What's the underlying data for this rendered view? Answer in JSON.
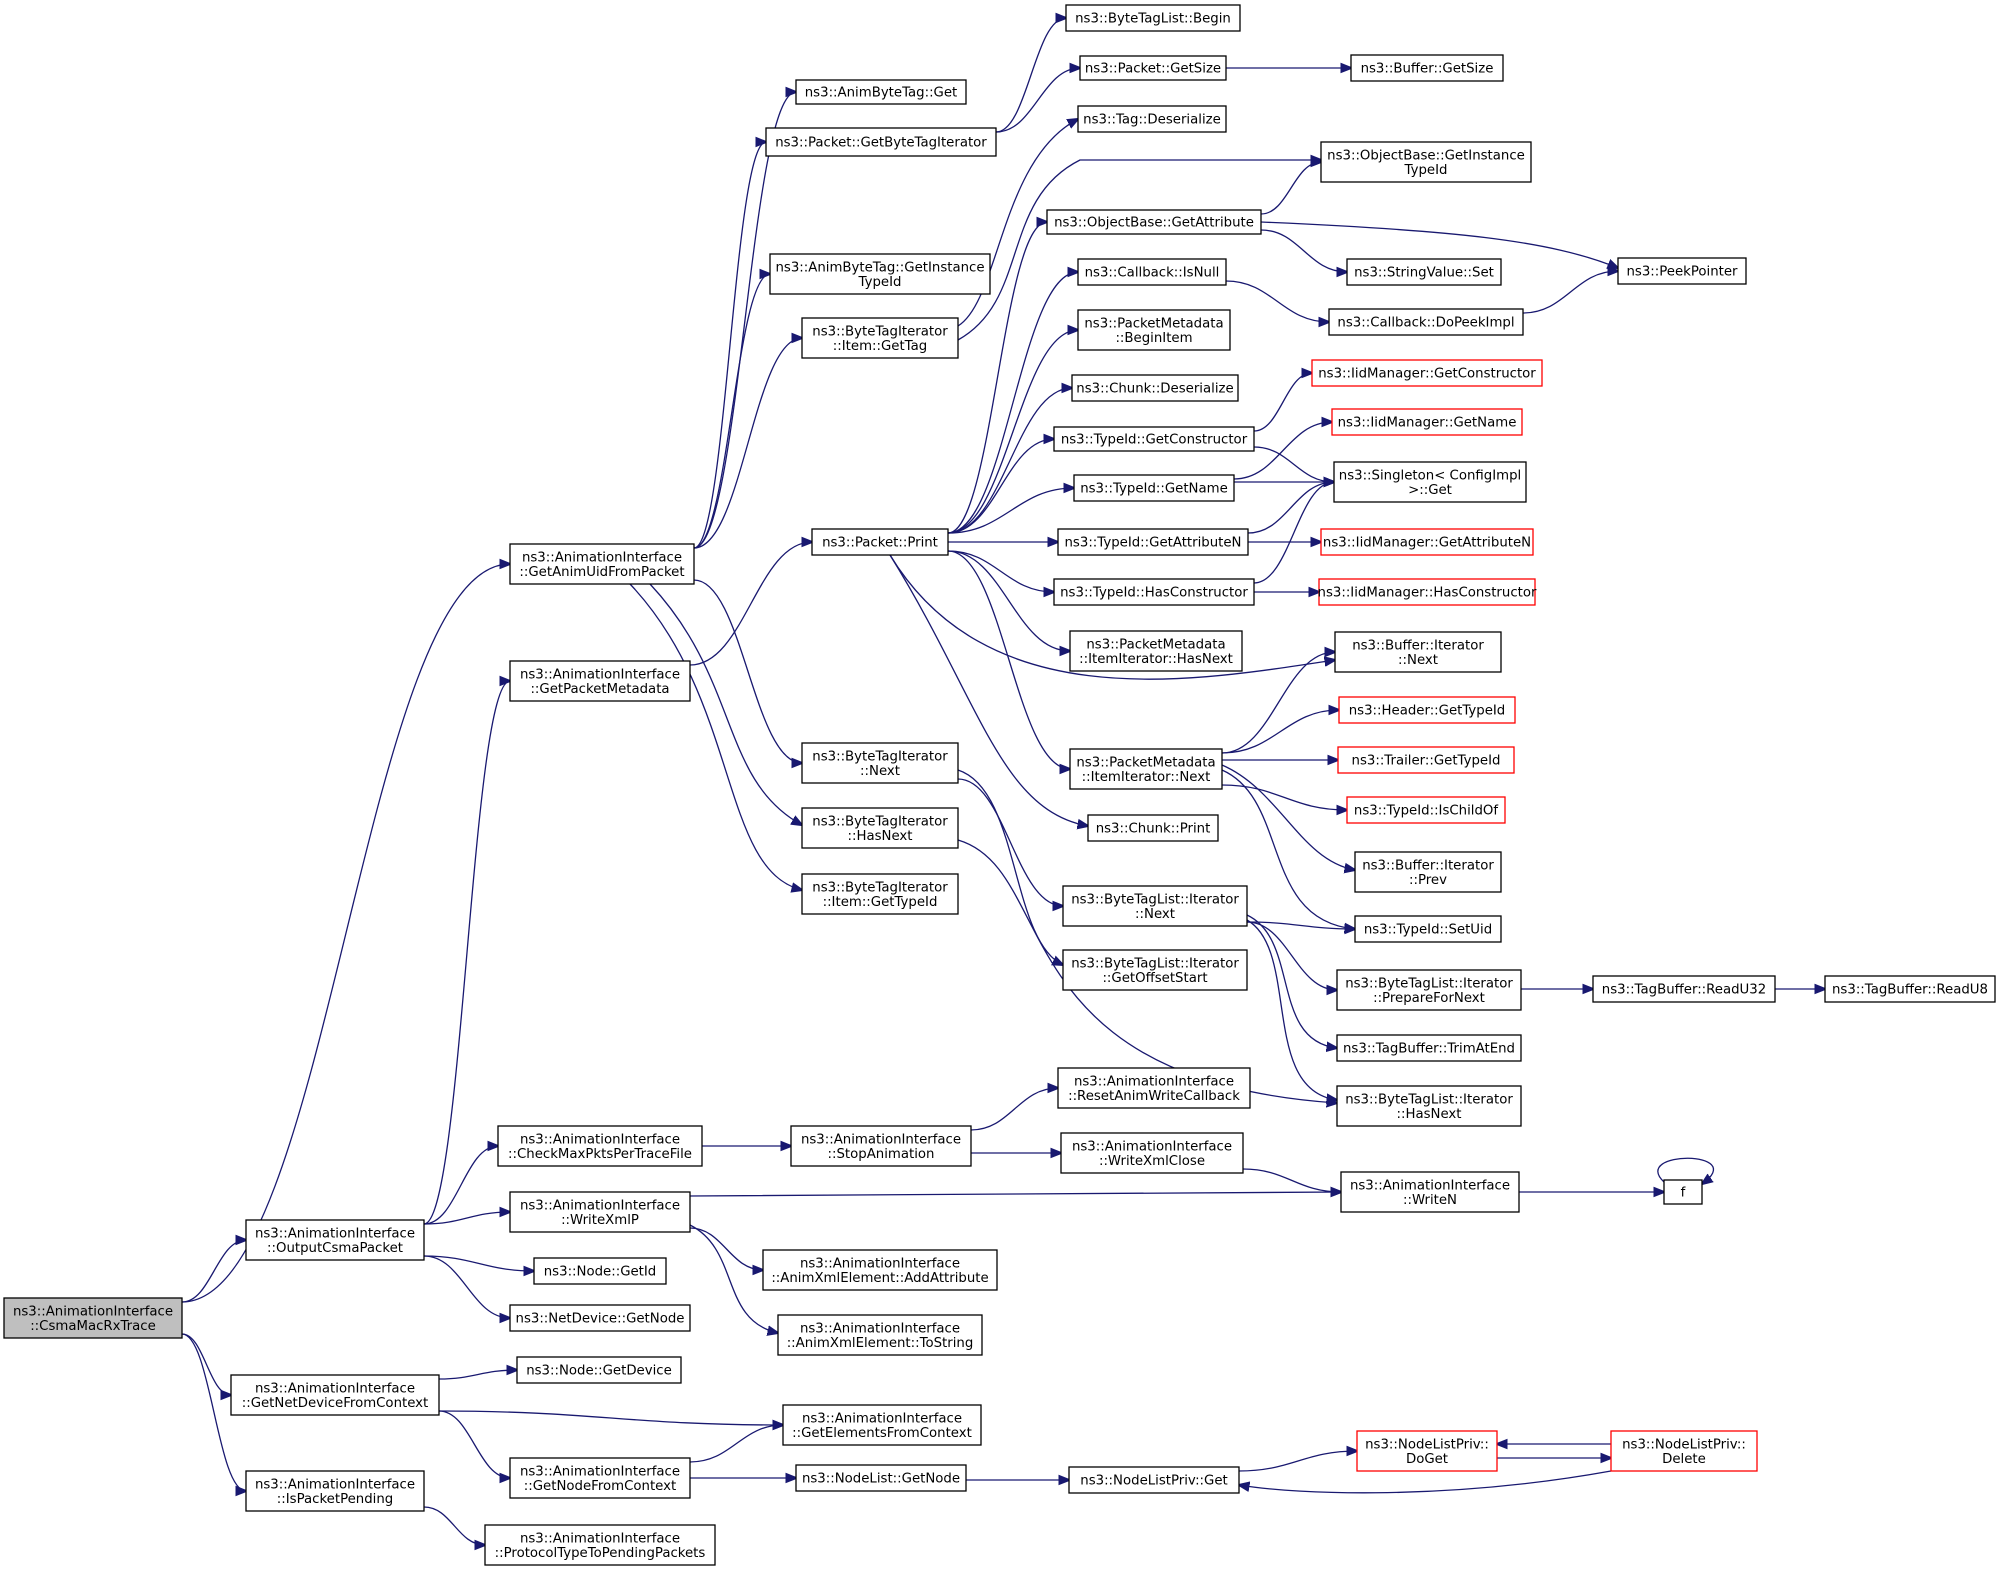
{
  "diagram": {
    "colors": {
      "edge": "#191970",
      "normal_border": "#000000",
      "unresolved_border": "#ff0000",
      "root_fill": "#bfbfbf"
    },
    "nodes": [
      {
        "id": "root",
        "lines": [
          "ns3::AnimationInterface",
          "::CsmaMacRxTrace"
        ],
        "style": "root"
      },
      {
        "id": "getAnimUid",
        "lines": [
          "ns3::AnimationInterface",
          "::GetAnimUidFromPacket"
        ]
      },
      {
        "id": "getPacketMeta",
        "lines": [
          "ns3::AnimationInterface",
          "::GetPacketMetadata"
        ]
      },
      {
        "id": "outputCsma",
        "lines": [
          "ns3::AnimationInterface",
          "::OutputCsmaPacket"
        ]
      },
      {
        "id": "getNetDev",
        "lines": [
          "ns3::AnimationInterface",
          "::GetNetDeviceFromContext"
        ]
      },
      {
        "id": "isPending",
        "lines": [
          "ns3::AnimationInterface",
          "::IsPacketPending"
        ]
      },
      {
        "id": "animByteTagGet",
        "lines": [
          "ns3::AnimByteTag::Get"
        ]
      },
      {
        "id": "pktGetByteTagIt",
        "lines": [
          "ns3::Packet::GetByteTagIterator"
        ]
      },
      {
        "id": "animByteTagTypeId",
        "lines": [
          "ns3::AnimByteTag::GetInstance",
          "TypeId"
        ]
      },
      {
        "id": "btiItemGetTag",
        "lines": [
          "ns3::ByteTagIterator",
          "::Item::GetTag"
        ]
      },
      {
        "id": "btiNext",
        "lines": [
          "ns3::ByteTagIterator",
          "::Next"
        ]
      },
      {
        "id": "btiHasNext",
        "lines": [
          "ns3::ByteTagIterator",
          "::HasNext"
        ]
      },
      {
        "id": "btiItemTypeId",
        "lines": [
          "ns3::ByteTagIterator",
          "::Item::GetTypeId"
        ]
      },
      {
        "id": "pktPrint",
        "lines": [
          "ns3::Packet::Print"
        ]
      },
      {
        "id": "btlBegin",
        "lines": [
          "ns3::ByteTagList::Begin"
        ]
      },
      {
        "id": "pktGetSize",
        "lines": [
          "ns3::Packet::GetSize"
        ]
      },
      {
        "id": "bufGetSize",
        "lines": [
          "ns3::Buffer::GetSize"
        ]
      },
      {
        "id": "tagDeser",
        "lines": [
          "ns3::Tag::Deserialize"
        ]
      },
      {
        "id": "objInstTypeId",
        "lines": [
          "ns3::ObjectBase::GetInstance",
          "TypeId"
        ]
      },
      {
        "id": "objGetAttr",
        "lines": [
          "ns3::ObjectBase::GetAttribute"
        ]
      },
      {
        "id": "strValSet",
        "lines": [
          "ns3::StringValue::Set"
        ]
      },
      {
        "id": "peekPtr",
        "lines": [
          "ns3::PeekPointer"
        ]
      },
      {
        "id": "cbIsNull",
        "lines": [
          "ns3::Callback::IsNull"
        ]
      },
      {
        "id": "cbDoPeek",
        "lines": [
          "ns3::Callback::DoPeekImpl"
        ]
      },
      {
        "id": "pmBeginItem",
        "lines": [
          "ns3::PacketMetadata",
          "::BeginItem"
        ]
      },
      {
        "id": "chunkDeser",
        "lines": [
          "ns3::Chunk::Deserialize"
        ]
      },
      {
        "id": "iidGetCtor",
        "lines": [
          "ns3::IidManager::GetConstructor"
        ],
        "style": "red"
      },
      {
        "id": "tidGetCtor",
        "lines": [
          "ns3::TypeId::GetConstructor"
        ]
      },
      {
        "id": "iidGetName",
        "lines": [
          "ns3::IidManager::GetName"
        ],
        "style": "red"
      },
      {
        "id": "tidGetName",
        "lines": [
          "ns3::TypeId::GetName"
        ]
      },
      {
        "id": "singletonGet",
        "lines": [
          "ns3::Singleton< ConfigImpl",
          " >::Get"
        ]
      },
      {
        "id": "tidGetAttrN",
        "lines": [
          "ns3::TypeId::GetAttributeN"
        ]
      },
      {
        "id": "iidGetAttrN",
        "lines": [
          "ns3::IidManager::GetAttributeN"
        ],
        "style": "red"
      },
      {
        "id": "tidHasCtor",
        "lines": [
          "ns3::TypeId::HasConstructor"
        ]
      },
      {
        "id": "iidHasCtor",
        "lines": [
          "ns3::IidManager::HasConstructor"
        ],
        "style": "red"
      },
      {
        "id": "pmIIHasNext",
        "lines": [
          "ns3::PacketMetadata",
          "::ItemIterator::HasNext"
        ]
      },
      {
        "id": "bufItNext",
        "lines": [
          "ns3::Buffer::Iterator",
          "::Next"
        ]
      },
      {
        "id": "hdrGetTypeId",
        "lines": [
          "ns3::Header::GetTypeId"
        ],
        "style": "red"
      },
      {
        "id": "pmIINext",
        "lines": [
          "ns3::PacketMetadata",
          "::ItemIterator::Next"
        ]
      },
      {
        "id": "trlGetTypeId",
        "lines": [
          "ns3::Trailer::GetTypeId"
        ],
        "style": "red"
      },
      {
        "id": "tidIsChildOf",
        "lines": [
          "ns3::TypeId::IsChildOf"
        ],
        "style": "red"
      },
      {
        "id": "chunkPrint",
        "lines": [
          "ns3::Chunk::Print"
        ]
      },
      {
        "id": "bufItPrev",
        "lines": [
          "ns3::Buffer::Iterator",
          "::Prev"
        ]
      },
      {
        "id": "btlItNext",
        "lines": [
          "ns3::ByteTagList::Iterator",
          "::Next"
        ]
      },
      {
        "id": "tidSetUid",
        "lines": [
          "ns3::TypeId::SetUid"
        ]
      },
      {
        "id": "btlItGetOffset",
        "lines": [
          "ns3::ByteTagList::Iterator",
          "::GetOffsetStart"
        ]
      },
      {
        "id": "btlItPrep",
        "lines": [
          "ns3::ByteTagList::Iterator",
          "::PrepareForNext"
        ]
      },
      {
        "id": "tbReadU32",
        "lines": [
          "ns3::TagBuffer::ReadU32"
        ]
      },
      {
        "id": "tbReadU8",
        "lines": [
          "ns3::TagBuffer::ReadU8"
        ]
      },
      {
        "id": "tbTrim",
        "lines": [
          "ns3::TagBuffer::TrimAtEnd"
        ]
      },
      {
        "id": "btlItHasNext",
        "lines": [
          "ns3::ByteTagList::Iterator",
          "::HasNext"
        ]
      },
      {
        "id": "resetAnim",
        "lines": [
          "ns3::AnimationInterface",
          "::ResetAnimWriteCallback"
        ]
      },
      {
        "id": "checkMax",
        "lines": [
          "ns3::AnimationInterface",
          "::CheckMaxPktsPerTraceFile"
        ]
      },
      {
        "id": "stopAnim",
        "lines": [
          "ns3::AnimationInterface",
          "::StopAnimation"
        ]
      },
      {
        "id": "writeXmlClose",
        "lines": [
          "ns3::AnimationInterface",
          "::WriteXmlClose"
        ]
      },
      {
        "id": "writeXmlP",
        "lines": [
          "ns3::AnimationInterface",
          "::WriteXmlP"
        ]
      },
      {
        "id": "writeN",
        "lines": [
          "ns3::AnimationInterface",
          "::WriteN"
        ]
      },
      {
        "id": "fNode",
        "lines": [
          "f"
        ]
      },
      {
        "id": "addAttr",
        "lines": [
          "ns3::AnimationInterface",
          "::AnimXmlElement::AddAttribute"
        ]
      },
      {
        "id": "toStr",
        "lines": [
          "ns3::AnimationInterface",
          "::AnimXmlElement::ToString"
        ]
      },
      {
        "id": "nodeGetId",
        "lines": [
          "ns3::Node::GetId"
        ]
      },
      {
        "id": "ndGetNode",
        "lines": [
          "ns3::NetDevice::GetNode"
        ]
      },
      {
        "id": "nodeGetDev",
        "lines": [
          "ns3::Node::GetDevice"
        ]
      },
      {
        "id": "getElems",
        "lines": [
          "ns3::AnimationInterface",
          "::GetElementsFromContext"
        ]
      },
      {
        "id": "getNodeCtx",
        "lines": [
          "ns3::AnimationInterface",
          "::GetNodeFromContext"
        ]
      },
      {
        "id": "nlGetNode",
        "lines": [
          "ns3::NodeList::GetNode"
        ]
      },
      {
        "id": "nlpGet",
        "lines": [
          "ns3::NodeListPriv::Get"
        ]
      },
      {
        "id": "nlpDoGet",
        "lines": [
          "ns3::NodeListPriv::",
          "DoGet"
        ],
        "style": "red"
      },
      {
        "id": "nlpDelete",
        "lines": [
          "ns3::NodeListPriv::",
          "Delete"
        ],
        "style": "red"
      },
      {
        "id": "protoPending",
        "lines": [
          "ns3::AnimationInterface",
          "::ProtocolTypeToPendingPackets"
        ]
      }
    ],
    "edges": [
      [
        "root",
        "getAnimUid"
      ],
      [
        "root",
        "outputCsma"
      ],
      [
        "root",
        "getNetDev"
      ],
      [
        "root",
        "isPending"
      ],
      [
        "getAnimUid",
        "animByteTagGet"
      ],
      [
        "getAnimUid",
        "pktGetByteTagIt"
      ],
      [
        "getAnimUid",
        "animByteTagTypeId"
      ],
      [
        "getAnimUid",
        "btiItemGetTag"
      ],
      [
        "getAnimUid",
        "btiNext"
      ],
      [
        "getAnimUid",
        "btiHasNext"
      ],
      [
        "getAnimUid",
        "btiItemTypeId"
      ],
      [
        "getPacketMeta",
        "pktPrint"
      ],
      [
        "pktGetByteTagIt",
        "btlBegin"
      ],
      [
        "pktGetByteTagIt",
        "pktGetSize"
      ],
      [
        "pktGetSize",
        "bufGetSize"
      ],
      [
        "btiItemGetTag",
        "tagDeser"
      ],
      [
        "btiItemGetTag",
        "objInstTypeId"
      ],
      [
        "btiNext",
        "btlItNext"
      ],
      [
        "btiNext",
        "btlItGetOffset"
      ],
      [
        "btiHasNext",
        "btlItHasNext"
      ],
      [
        "pktPrint",
        "objGetAttr"
      ],
      [
        "pktPrint",
        "cbIsNull"
      ],
      [
        "pktPrint",
        "pmBeginItem"
      ],
      [
        "pktPrint",
        "chunkDeser"
      ],
      [
        "pktPrint",
        "tidGetCtor"
      ],
      [
        "pktPrint",
        "tidGetName"
      ],
      [
        "pktPrint",
        "tidGetAttrN"
      ],
      [
        "pktPrint",
        "tidHasCtor"
      ],
      [
        "pktPrint",
        "pmIIHasNext"
      ],
      [
        "pktPrint",
        "bufItNext"
      ],
      [
        "pktPrint",
        "pmIINext"
      ],
      [
        "pktPrint",
        "chunkPrint"
      ],
      [
        "objGetAttr",
        "objInstTypeId"
      ],
      [
        "objGetAttr",
        "strValSet"
      ],
      [
        "objGetAttr",
        "peekPtr"
      ],
      [
        "cbIsNull",
        "cbDoPeek"
      ],
      [
        "cbDoPeek",
        "peekPtr"
      ],
      [
        "tidGetCtor",
        "iidGetCtor"
      ],
      [
        "tidGetCtor",
        "singletonGet"
      ],
      [
        "tidGetName",
        "iidGetName"
      ],
      [
        "tidGetName",
        "singletonGet"
      ],
      [
        "tidGetAttrN",
        "singletonGet"
      ],
      [
        "tidGetAttrN",
        "iidGetAttrN"
      ],
      [
        "tidHasCtor",
        "singletonGet"
      ],
      [
        "tidHasCtor",
        "iidHasCtor"
      ],
      [
        "pmIINext",
        "bufItNext"
      ],
      [
        "pmIINext",
        "hdrGetTypeId"
      ],
      [
        "pmIINext",
        "trlGetTypeId"
      ],
      [
        "pmIINext",
        "tidIsChildOf"
      ],
      [
        "pmIINext",
        "bufItPrev"
      ],
      [
        "pmIINext",
        "tidSetUid"
      ],
      [
        "btlItNext",
        "tidSetUid"
      ],
      [
        "btlItNext",
        "btlItPrep"
      ],
      [
        "btlItNext",
        "tbTrim"
      ],
      [
        "btlItNext",
        "btlItHasNext"
      ],
      [
        "btlItPrep",
        "tbReadU32"
      ],
      [
        "tbReadU32",
        "tbReadU8"
      ],
      [
        "outputCsma",
        "getPacketMeta"
      ],
      [
        "outputCsma",
        "checkMax"
      ],
      [
        "outputCsma",
        "writeXmlP"
      ],
      [
        "outputCsma",
        "nodeGetId"
      ],
      [
        "outputCsma",
        "ndGetNode"
      ],
      [
        "checkMax",
        "stopAnim"
      ],
      [
        "stopAnim",
        "resetAnim"
      ],
      [
        "stopAnim",
        "writeXmlClose"
      ],
      [
        "writeXmlClose",
        "writeN"
      ],
      [
        "writeXmlP",
        "writeN"
      ],
      [
        "writeXmlP",
        "addAttr"
      ],
      [
        "writeXmlP",
        "toStr"
      ],
      [
        "writeN",
        "fNode"
      ],
      [
        "fNode",
        "fNode"
      ],
      [
        "getNetDev",
        "nodeGetDev"
      ],
      [
        "getNetDev",
        "getElems"
      ],
      [
        "getNetDev",
        "getNodeCtx"
      ],
      [
        "getNodeCtx",
        "getElems"
      ],
      [
        "getNodeCtx",
        "nlGetNode"
      ],
      [
        "nlGetNode",
        "nlpGet"
      ],
      [
        "nlpGet",
        "nlpDoGet"
      ],
      [
        "nlpDoGet",
        "nlpDelete"
      ],
      [
        "nlpDelete",
        "nlpDoGet"
      ],
      [
        "nlpDelete",
        "nlpGet"
      ],
      [
        "isPending",
        "protoPending"
      ]
    ]
  }
}
